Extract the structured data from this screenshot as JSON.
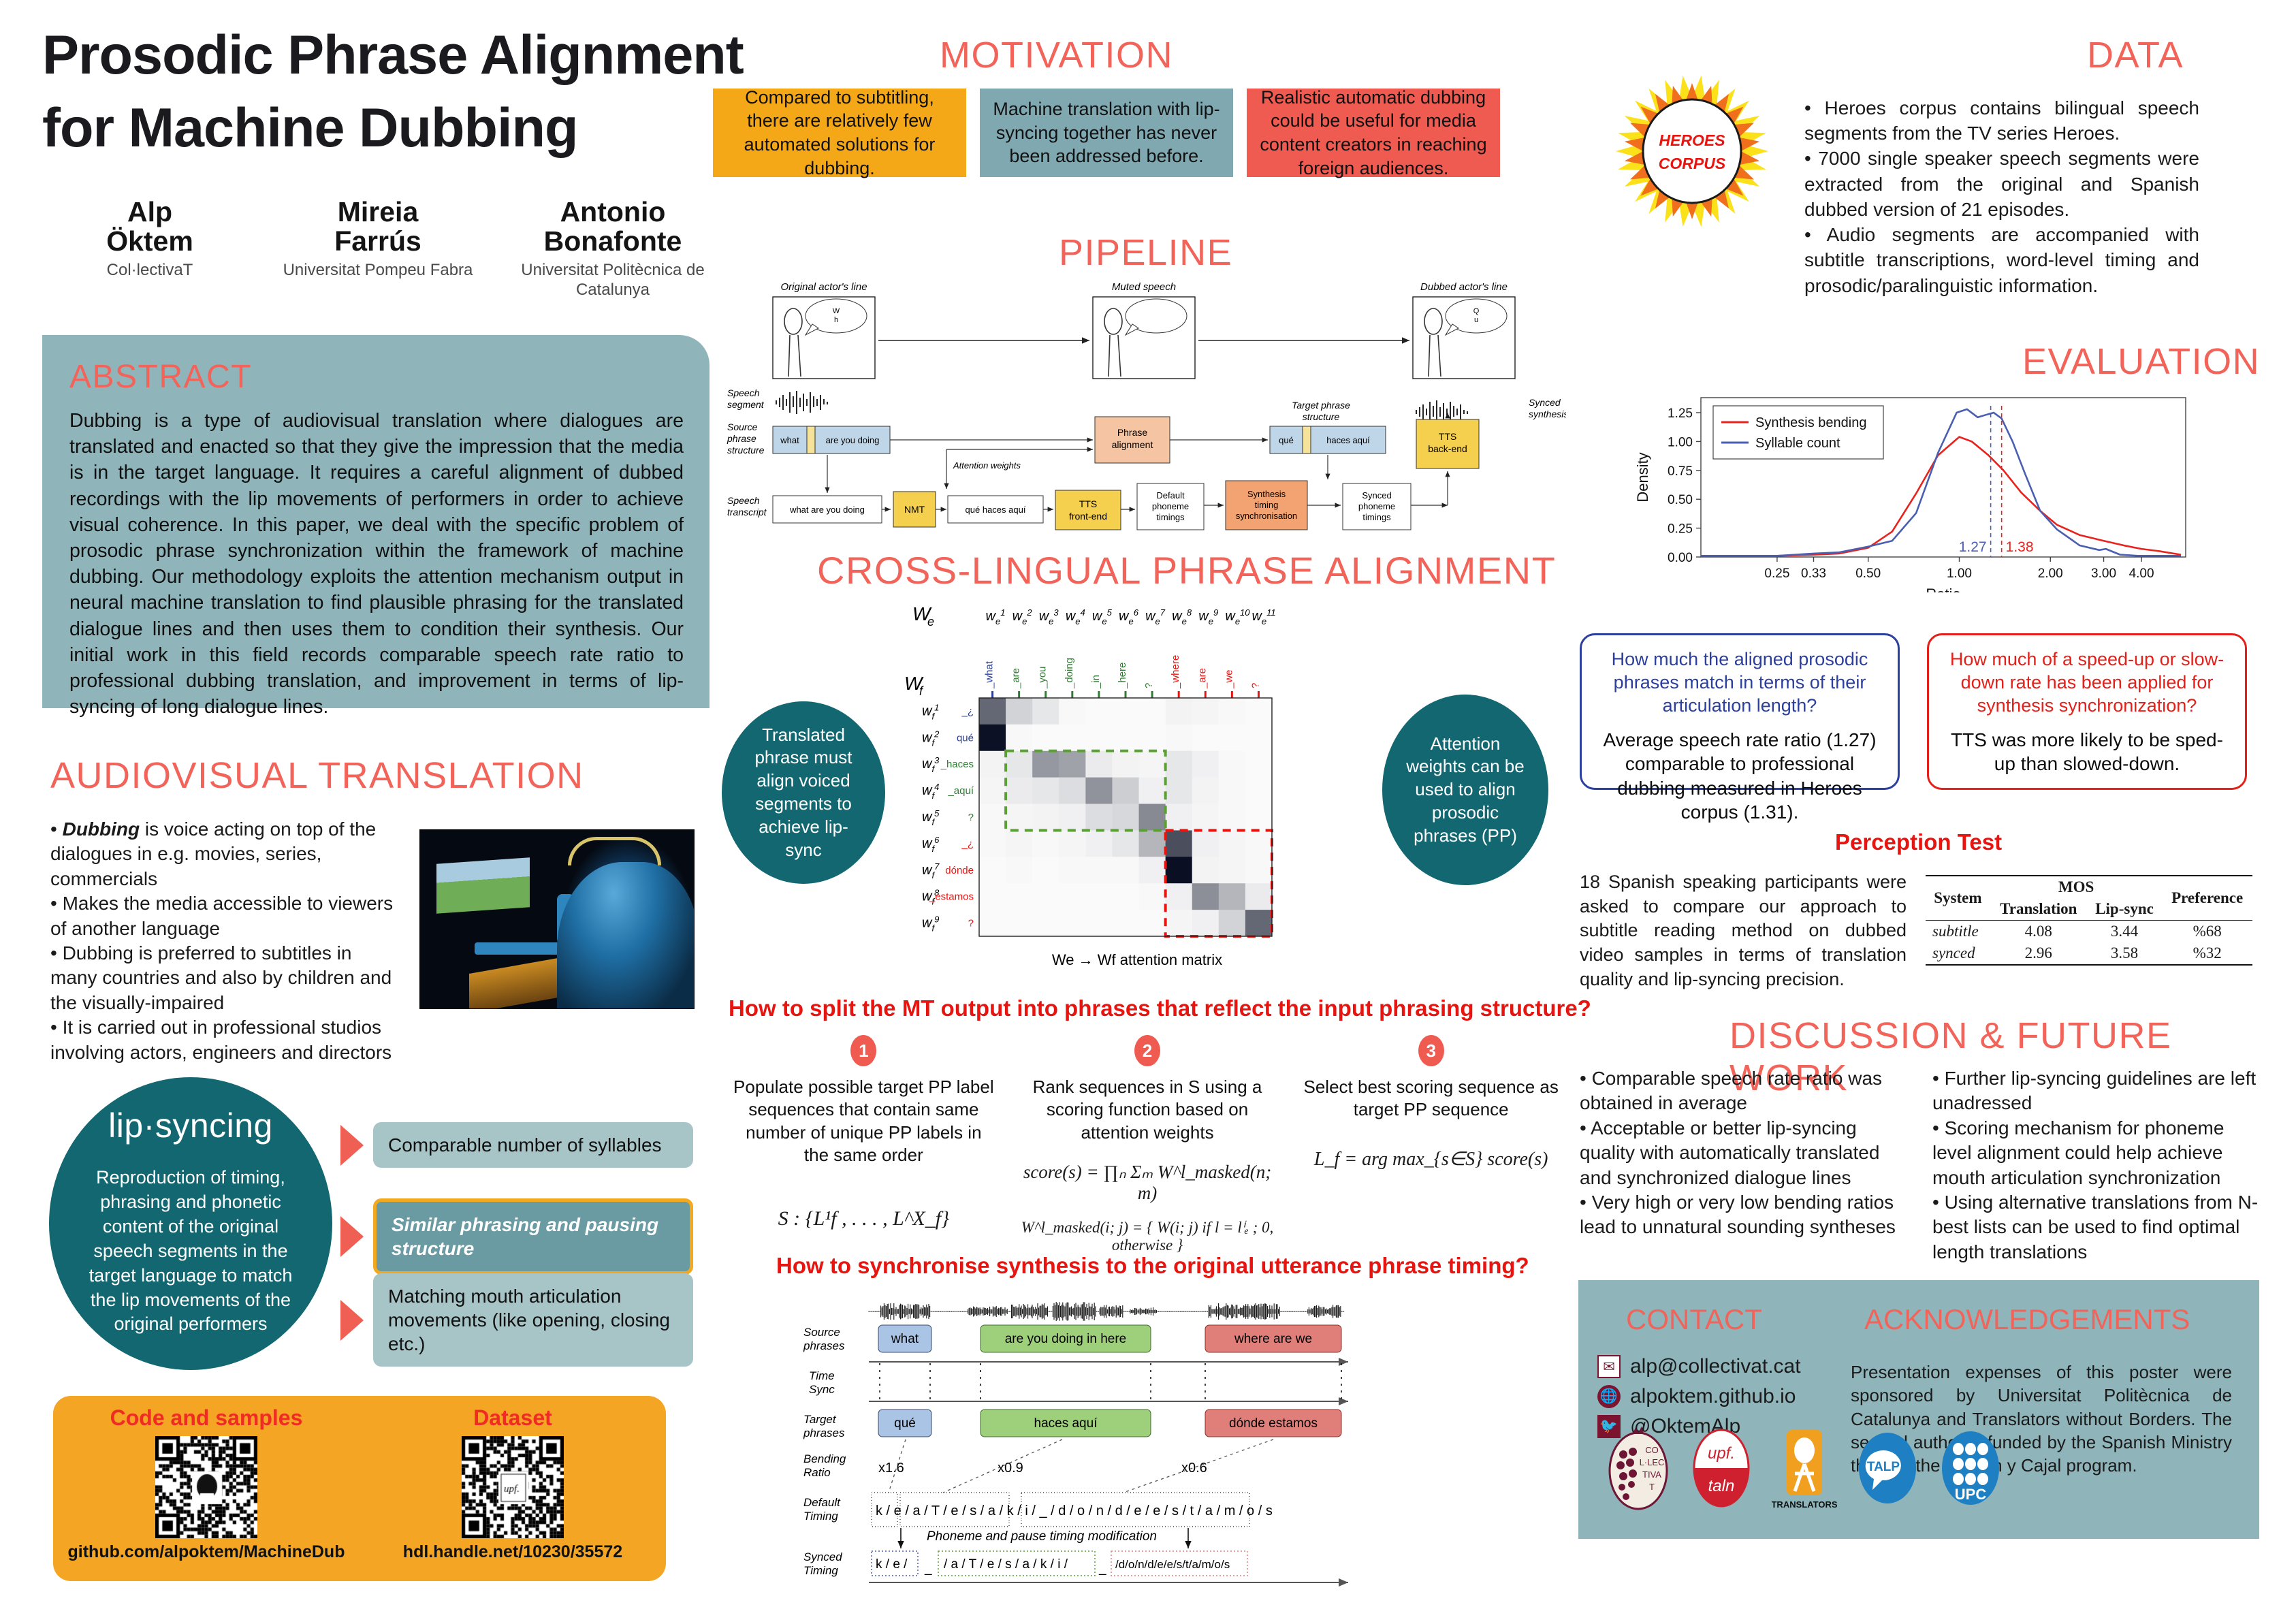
{
  "title": {
    "line1": "Prosodic Phrase Alignment",
    "line2": "for Machine Dubbing"
  },
  "authors": [
    {
      "name_first": "Alp",
      "name_last": "Öktem",
      "affiliation": "Col·lectivaT"
    },
    {
      "name_first": "Mireia",
      "name_last": "Farrús",
      "affiliation": "Universitat Pompeu Fabra"
    },
    {
      "name_first": "Antonio",
      "name_last": "Bonafonte",
      "affiliation": "Universitat Politècnica de Catalunya"
    }
  ],
  "abstract": {
    "heading": "ABSTRACT",
    "text": "Dubbing is a type of audiovisual translation where dialogues are translated and enacted so that they give the impression that the media is in the target language. It requires a careful alignment of dubbed recordings with the lip movements of performers in order to achieve visual coherence. In this paper, we deal with the specific problem of prosodic phrase synchronization within the framework of machine dubbing. Our methodology exploits the attention mechanism output in neural machine translation to find plausible phrasing for the translated dialogue lines and then uses them to condition their synthesis. Our initial work in this field records comparable speech rate ratio to professional dubbing translation, and improvement in terms of lip-syncing of long dialogue lines."
  },
  "audiovisual": {
    "heading": "AUDIOVISUAL TRANSLATION",
    "bullets": [
      "• Dubbing is voice acting on top of the dialogues in e.g. movies, series, commercials",
      "• Makes the media accessible to viewers of another language",
      "• Dubbing is preferred to subtitles in many countries and also by children and the visually-impaired",
      "• It is carried out in professional studios involving actors, engineers and directors"
    ],
    "bold_term": "Dubbing",
    "image_alt": "dubbing-studio-photo"
  },
  "lipsync": {
    "title": "lip·syncing",
    "definition": "Reproduction of timing, phrasing and phonetic content of the original speech segments in the target language to match the lip movements of the original performers",
    "requirements": [
      {
        "label": "Comparable number of syllables",
        "highlighted": false
      },
      {
        "label": "Similar phrasing and pausing structure",
        "highlighted": true
      },
      {
        "label": "Matching mouth articulation movements (like opening, closing etc.)",
        "highlighted": false
      }
    ]
  },
  "qr_panel": {
    "items": [
      {
        "title": "Code and samples",
        "url": "github.com/alpoktem/MachineDub",
        "badge": "github-octocat"
      },
      {
        "title": "Dataset",
        "url": "hdl.handle.net/10230/35572",
        "badge": "upf."
      }
    ]
  },
  "motivation": {
    "heading": "MOTIVATION",
    "boxes": [
      "Compared to subtitling, there are relatively few automated solutions for dubbing.",
      "Machine translation with lip-syncing together has never been addressed before.",
      "Realistic automatic dubbing could be useful for media content creators in reaching foreign audiences."
    ]
  },
  "pipeline": {
    "heading": "PIPELINE",
    "panel_captions": [
      "Original actor's line",
      "Muted speech",
      "Dubbed actor's line"
    ],
    "bubbles": [
      "What are you doing?",
      "",
      "Qué haces aquí?"
    ],
    "row_labels": [
      "Speech segment",
      "Source phrase structure",
      "Speech transcript"
    ],
    "right_labels": [
      "Synced synthesis",
      "Target phrase structure"
    ],
    "source_phrase_chips": [
      "what",
      "are you doing"
    ],
    "target_phrase_chips": [
      "qué",
      "haces aquí"
    ],
    "nodes": {
      "phrase_alignment": "Phrase alignment",
      "nmt": "NMT",
      "transcript_src": "what are you doing",
      "transcript_tgt": "qué haces aquí",
      "tts_front": "TTS front-end",
      "default_timings": "Default phoneme timings",
      "sync": "Synthesis timing synchronisation",
      "synced_timings": "Synced phoneme timings",
      "tts_back": "TTS back-end",
      "attention_weights": "Attention weights"
    }
  },
  "cross_lingual": {
    "heading": "CROSS-LINGUAL PHRASE ALIGNMENT",
    "caption": "We → Wf attention matrix",
    "top_axis_symbol": "We",
    "left_axis_symbol": "Wf",
    "source_tokens": [
      "_what",
      "_are",
      "_you",
      "_doing",
      "_in",
      "_here",
      "?",
      "_where",
      "_are",
      "_we",
      "?"
    ],
    "target_tokens": [
      "_¿",
      "qué",
      "_haces",
      "_aquí",
      "?",
      "_¿",
      "dónde",
      "_estamos",
      "?"
    ],
    "source_groups": [
      "blue",
      "green",
      "green",
      "green",
      "green",
      "green",
      "green",
      "red",
      "red",
      "red",
      "red"
    ],
    "target_groups": [
      "blue",
      "blue",
      "green",
      "green",
      "green",
      "red",
      "red",
      "red",
      "red"
    ],
    "note_left": "Translated phrase must align voiced segments to achieve lip-sync",
    "note_right": "Attention weights can be used to align prosodic phrases (PP)"
  },
  "method": {
    "question": "How to split the MT output into phrases that reflect the input phrasing structure?",
    "steps": [
      {
        "number": "1",
        "text": "Populate possible target PP label sequences that contain same number of unique PP labels in the same order",
        "formula": "S : {L¹f , . . . , L^X_f}"
      },
      {
        "number": "2",
        "text": "Rank sequences in S using a scoring function based on attention weights",
        "formula": "score(s) = ∏ₙ Σₘ W^l_masked(n; m)",
        "formula2": "W^l_masked(i; j) = { W(i; j) if l = lⁱₑ ; 0, otherwise }"
      },
      {
        "number": "3",
        "text": "Select best scoring sequence as target PP sequence",
        "formula": "L_f = arg max_{s∈S} score(s)"
      }
    ]
  },
  "sync_figure": {
    "question": "How to synchronise synthesis to the original utterance phrase timing?",
    "row_labels": [
      "Source phrases",
      "Time Sync",
      "Target phrases",
      "Bending Ratio",
      "Default Timing",
      "Synced Timing"
    ],
    "source_phrases": [
      "what",
      "are you doing in here",
      "where are we"
    ],
    "target_phrases": [
      "qué",
      "haces      aquí",
      "dónde estamos"
    ],
    "bending_ratios": [
      "x1.6",
      "x0.9",
      "x0.6"
    ],
    "default_timing": "k / e / a / T / e / s / a / k / i / _ / d / o / n / d / e / e / s / t / a / m / o / s",
    "synced_timing_parts": [
      "k / e /",
      "_",
      "/ a / T / e / s / a / k / i /",
      "_",
      "/d/o/n/d/e/e/s/t/a/m/o/s"
    ],
    "mod_label": "Phoneme and pause timing modification"
  },
  "data": {
    "heading": "DATA",
    "logo_text": [
      "HEROES",
      "CORPUS"
    ],
    "bullets": [
      "• Heroes corpus contains bilingual speech segments from the TV series Heroes.",
      "• 7000 single speaker speech segments were extracted from the original and Spanish dubbed version of 21 episodes.",
      "• Audio segments are accompanied with subtitle transcriptions, word-level timing and prosodic/paralinguistic information."
    ]
  },
  "evaluation": {
    "heading": "EVALUATION",
    "question_blue": "How much the aligned prosodic phrases match in terms of their articulation length?",
    "answer_blue": "Average speech rate ratio (1.27) comparable to professional dubbing measured in Heroes corpus (1.31).",
    "question_red": "How much of a speed-up or slow-down rate has been applied for synthesis synchronization?",
    "answer_red": "TTS was more likely to be sped-up than slowed-down."
  },
  "chart_data": {
    "type": "line",
    "title": "",
    "xlabel": "Ratio",
    "ylabel": "Density",
    "xlim": [
      0.14,
      5.6
    ],
    "ylim": [
      0.0,
      1.38
    ],
    "xscale": "log",
    "xticks": [
      0.25,
      0.33,
      0.5,
      1.0,
      2.0,
      3.0,
      4.0
    ],
    "xticklabels": [
      "0.25",
      "0.33",
      "0.50",
      "1.00",
      "2.00",
      "3.00",
      "4.00"
    ],
    "yticks": [
      0.0,
      0.25,
      0.5,
      0.75,
      1.0,
      1.25
    ],
    "yticklabels": [
      "0.00",
      "0.25",
      "0.50",
      "0.75",
      "1.00",
      "1.25"
    ],
    "grid": false,
    "legend_position": "upper-left",
    "series": [
      {
        "name": "Synthesis bending",
        "color": "#e8221c",
        "x": [
          0.14,
          0.2,
          0.25,
          0.33,
          0.4,
          0.5,
          0.6,
          0.72,
          0.85,
          1.0,
          1.1,
          1.25,
          1.4,
          1.6,
          1.85,
          2.1,
          2.5,
          3.0,
          3.5,
          4.0,
          4.6,
          5.4
        ],
        "y": [
          0.01,
          0.01,
          0.01,
          0.02,
          0.03,
          0.08,
          0.22,
          0.55,
          0.88,
          1.04,
          1.0,
          0.88,
          0.75,
          0.56,
          0.4,
          0.28,
          0.19,
          0.14,
          0.1,
          0.07,
          0.05,
          0.02
        ]
      },
      {
        "name": "Syllable count",
        "color": "#4a5fb0",
        "x": [
          0.14,
          0.2,
          0.25,
          0.33,
          0.4,
          0.5,
          0.6,
          0.72,
          0.85,
          0.98,
          1.06,
          1.15,
          1.22,
          1.3,
          1.38,
          1.5,
          1.65,
          1.85,
          2.1,
          2.5,
          2.9,
          3.05,
          3.4,
          3.9,
          4.5,
          5.4
        ],
        "y": [
          0.01,
          0.01,
          0.01,
          0.03,
          0.04,
          0.09,
          0.14,
          0.38,
          0.9,
          1.25,
          1.28,
          1.21,
          1.23,
          1.25,
          1.2,
          1.0,
          0.72,
          0.4,
          0.24,
          0.1,
          0.06,
          0.07,
          0.02,
          0.01,
          0.01,
          0.01
        ]
      }
    ],
    "vlines": [
      {
        "value": 1.27,
        "label": "1.27",
        "color": "#4a5fb0",
        "style": "dashed"
      },
      {
        "value": 1.38,
        "label": "1.38",
        "color": "#e8221c",
        "style": "dashed"
      }
    ]
  },
  "perception": {
    "heading": "Perception Test",
    "description": "18 Spanish speaking participants were asked to compare our approach to subtitle reading method on dubbed video samples in terms of translation quality and lip-syncing precision.",
    "table": {
      "group_headers": [
        "System",
        "MOS",
        "Preference"
      ],
      "sub_headers": [
        "",
        "Translation",
        "Lip-sync",
        ""
      ],
      "rows": [
        {
          "system": "subtitle",
          "translation": "4.08",
          "lipsync": "3.44",
          "preference": "%68"
        },
        {
          "system": "synced",
          "translation": "2.96",
          "lipsync": "3.58",
          "preference": "%32"
        }
      ]
    }
  },
  "discussion": {
    "heading": "DISCUSSION & FUTURE WORK",
    "left_bullets": [
      "• Comparable speech rate ratio was obtained in average",
      "• Acceptable or better lip-syncing quality with automatically translated and synchronized dialogue lines",
      "• Very high or very low bending ratios lead to unnatural sounding syntheses"
    ],
    "right_bullets": [
      "• Further lip-syncing guidelines are left unadressed",
      "• Scoring mechanism for phoneme level alignment could help achieve mouth articulation synchronization",
      "• Using alternative translations from N-best lists can be used to find optimal length translations"
    ]
  },
  "contact": {
    "heading": "CONTACT",
    "email": "alp@collectivat.cat",
    "website": "alpoktem.github.io",
    "twitter": "@OktemAlp"
  },
  "acknowledgements": {
    "heading": "ACKNOWLEDGEMENTS",
    "text": "Presentation expenses of this poster were sponsored by Universitat Politècnica de Catalunya and Translators without Borders. The second author is funded by the Spanish Ministry through the Ramón y Cajal program."
  },
  "logos": [
    {
      "name": "collectivat",
      "text": "CO L·LEC TIVA T"
    },
    {
      "name": "upf-taln",
      "text_top": "upf.",
      "text_bottom": "taln"
    },
    {
      "name": "translators-without-borders",
      "text": "TRANSLATORS"
    },
    {
      "name": "talp",
      "text": "TALP"
    },
    {
      "name": "upc",
      "text": "UPC"
    }
  ],
  "colors": {
    "accent_red": "#f2645a",
    "bright_red": "#e8140f",
    "teal": "#126771",
    "light_teal": "#8fb5ba",
    "amber": "#f4a523",
    "blue": "#2b3f9e"
  }
}
